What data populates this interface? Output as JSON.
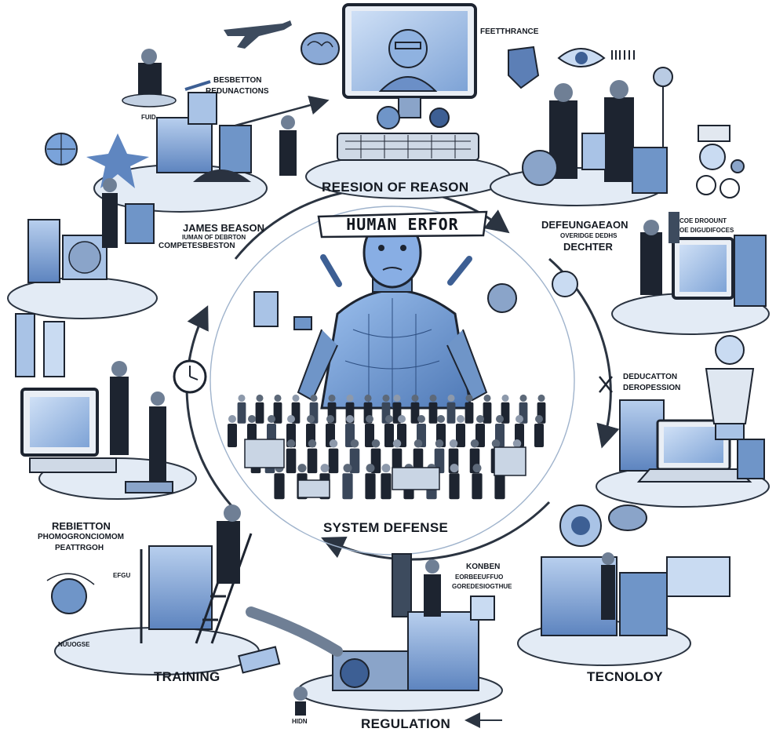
{
  "banner": {
    "title": "HUMAN ERFOR"
  },
  "labels": {
    "top_screen": "REESION OF REASON",
    "top_right_small": "FEETTHRANCE",
    "top_left_a": "BESBETTON",
    "top_left_b": "REDUNACTIONS",
    "top_left_tag": "FUID",
    "left_name_1": "JAMES BEASON",
    "left_name_2": "IUMAN OF DEBRTON",
    "left_name_3": "COMPETESBESTON",
    "right_top_1": "DEFEUNGAEAON",
    "right_top_2": "OVERIDGE DEDHS",
    "right_top_3": "DECHTER",
    "far_right_1": "COE DROOUNT",
    "far_right_2": "OE DIGUDIFOCES",
    "right_mid_1": "DEDUCATTON",
    "right_mid_2": "DEROPESSION",
    "left_bottom_1": "REBIETTON",
    "left_bottom_2": "PHOMOGRONCIOMOM",
    "left_bottom_3": "PEATTRGOH",
    "left_bottom_tag": "EFGU",
    "bottom_left_tag": "NUUOGSE",
    "center_bottom_1": "KONBEN",
    "center_bottom_2": "EORBEEUFFUO",
    "center_bottom_3": "GOREDESIOGTHUE",
    "bottom_tag": "HIDN",
    "system_defense": "SYSTEM DEFENSE",
    "training": "TRAINING",
    "regulation": "REGULATION",
    "technology": "TECNOLOY"
  },
  "colors": {
    "ink": "#151a22",
    "blue_light": "#a9c3e6",
    "blue_mid": "#6f95c8",
    "blue_dark": "#3d5f94",
    "figure_blue": "#7aa3da",
    "suit": "#1d2430"
  }
}
